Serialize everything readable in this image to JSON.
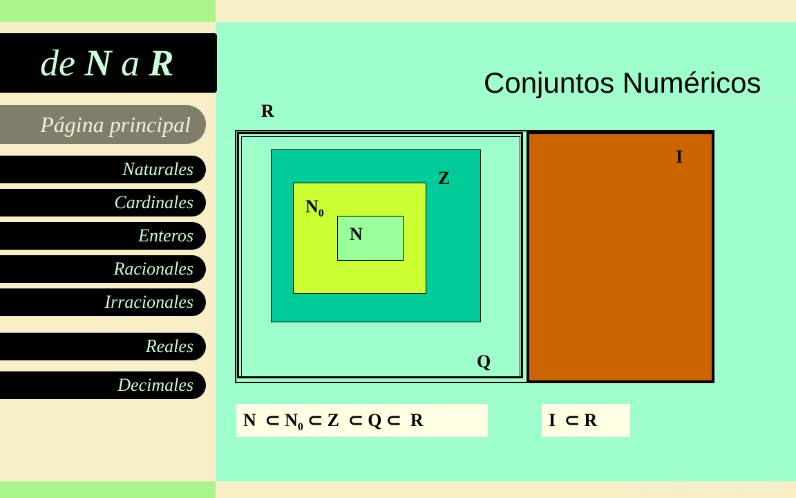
{
  "logo": {
    "pre": "de ",
    "n": "N",
    "mid": " a ",
    "r": "R"
  },
  "nav": {
    "main": "Página principal",
    "items": [
      {
        "label": "Naturales"
      },
      {
        "label": "Cardinales"
      },
      {
        "label": "Enteros"
      },
      {
        "label": "Racionales"
      },
      {
        "label": "Irracionales"
      },
      {
        "label": "Reales"
      },
      {
        "label": "Decimales"
      }
    ]
  },
  "title": "Conjuntos Numéricos",
  "diagram": {
    "r_label": "R",
    "i_label": "I",
    "z_label": "Z",
    "n0_label": "N",
    "n0_sub": "0",
    "n_label": "N",
    "q_label": "Q"
  },
  "formula1": {
    "a": "N",
    "sym1": "⊂",
    "b": "N",
    "b_sub": "0",
    "sym2": "⊂",
    "c": "Z",
    "sym3": "⊂",
    "d": "Q",
    "sym4": "⊂",
    "e": "R"
  },
  "formula2": {
    "a": "I",
    "sym": "⊂",
    "b": "R"
  },
  "footer": "Última actualización: 16 de marzo de 2018",
  "colors": {
    "cream": "#f8efc6",
    "light_green": "#a9f58c",
    "mint": "#9fffcc",
    "teal": "#00cc99",
    "lime": "#ccff33",
    "pale_green": "#99ff99",
    "orange": "#cc6500"
  }
}
